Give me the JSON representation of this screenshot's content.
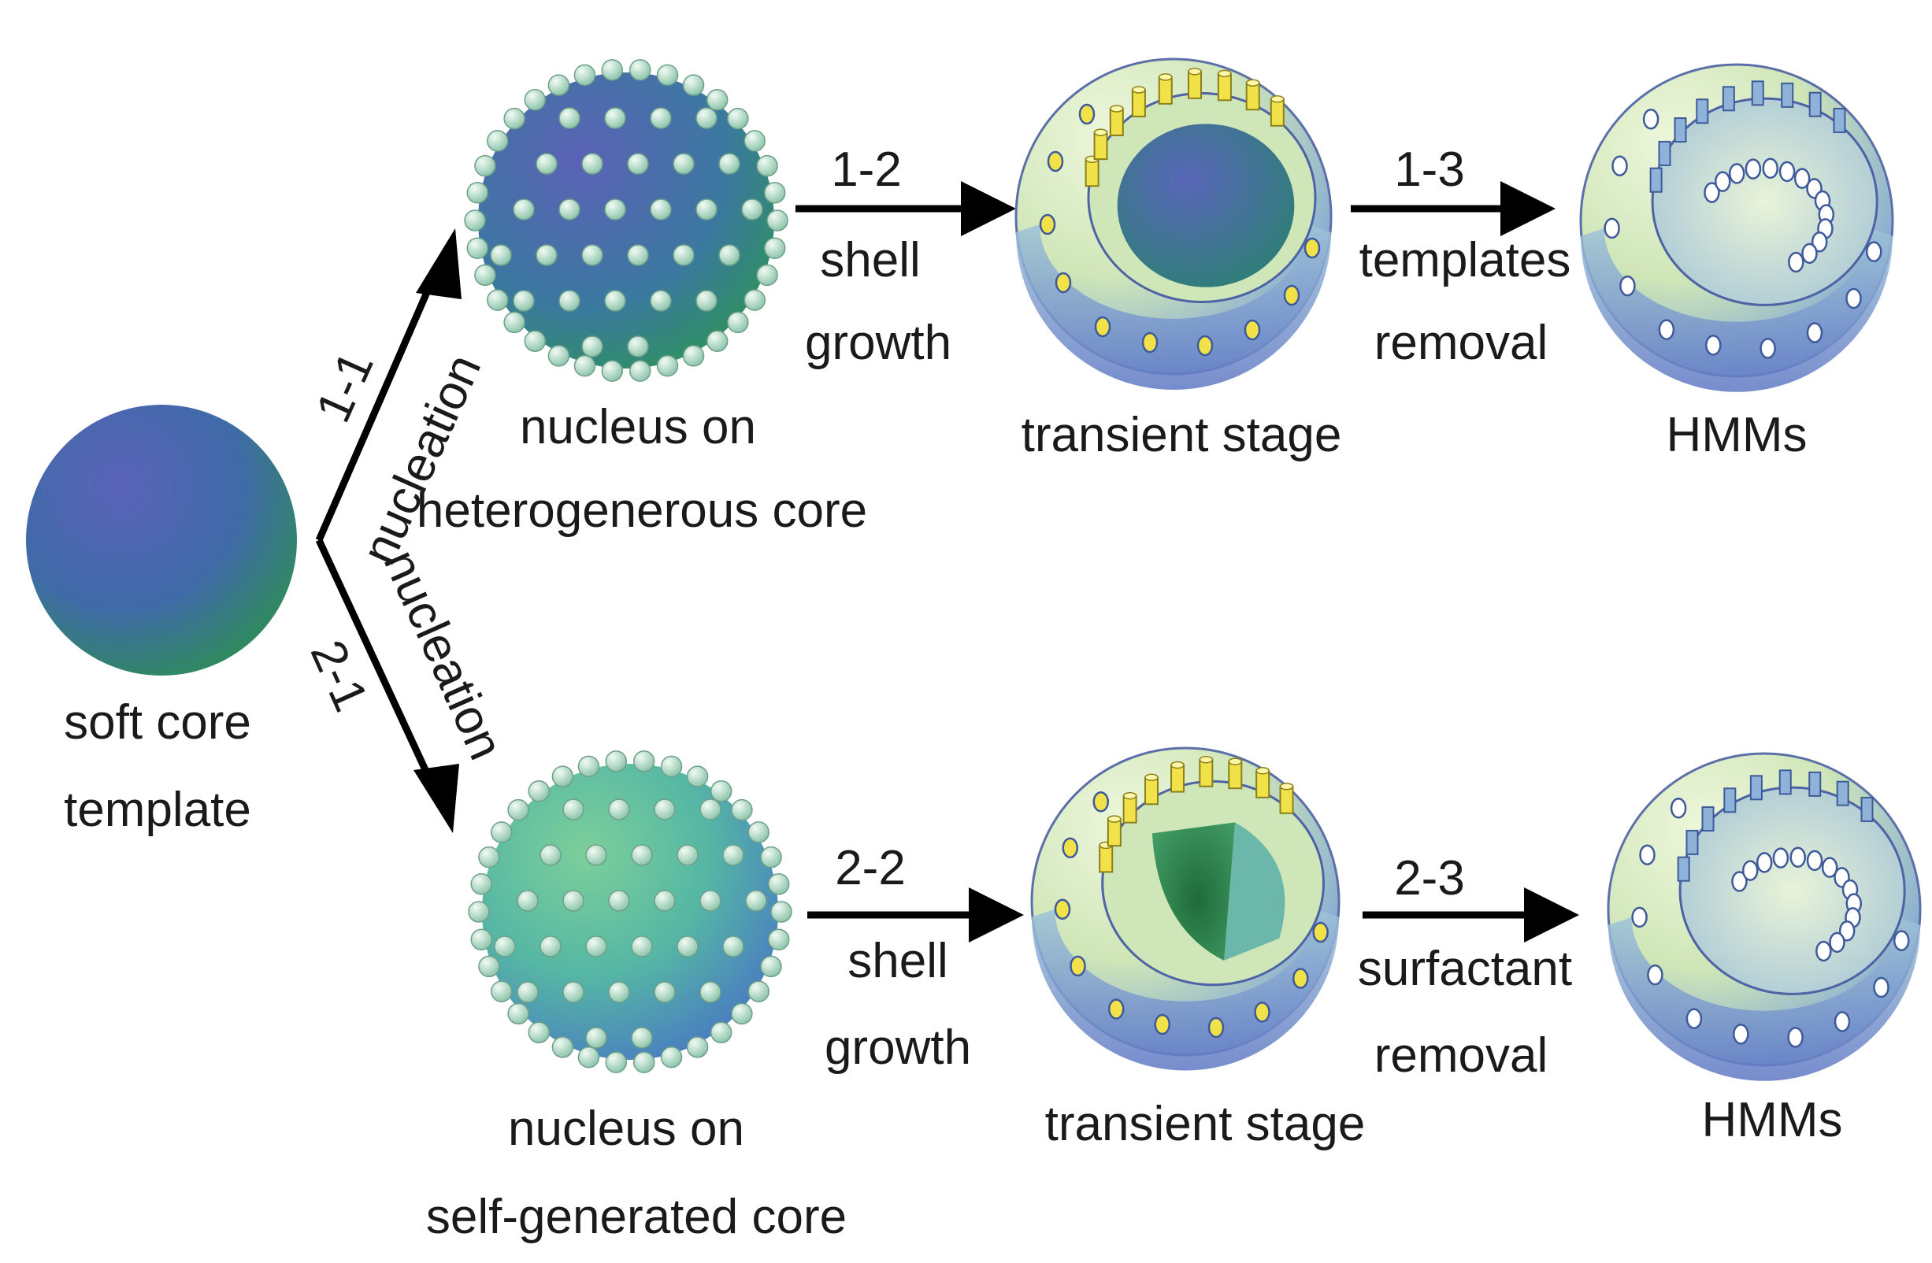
{
  "soft_core": {
    "line1": "soft core",
    "line2": "template"
  },
  "branch_top": {
    "step": "1-1",
    "label": "nucleation"
  },
  "branch_bottom": {
    "step": "2-1",
    "label": "nucleation"
  },
  "row1": {
    "nucleus": {
      "line1": "nucleus on",
      "line2": "heterogenerous core"
    },
    "arrow1": {
      "step": "1-2",
      "line1": "shell",
      "line2": "growth"
    },
    "transient": "transient stage",
    "arrow2": {
      "step": "1-3",
      "line1": "templates",
      "line2": "removal"
    },
    "product": "HMMs"
  },
  "row2": {
    "nucleus": {
      "line1": "nucleus on",
      "line2": "self-generated core"
    },
    "arrow1": {
      "step": "2-2",
      "line1": "shell",
      "line2": "growth"
    },
    "transient": "transient stage",
    "arrow2": {
      "step": "2-3",
      "line1": "surfactant",
      "line2": "removal"
    },
    "product": "HMMs"
  },
  "colors": {
    "core_dark": "#4a5fb0",
    "core_green": "#2e8a5a",
    "shell_light": "#dff0c8",
    "shell_blue": "#6f8fd0",
    "pillar": "#f2e24a",
    "bead": "#c7e3d2"
  }
}
